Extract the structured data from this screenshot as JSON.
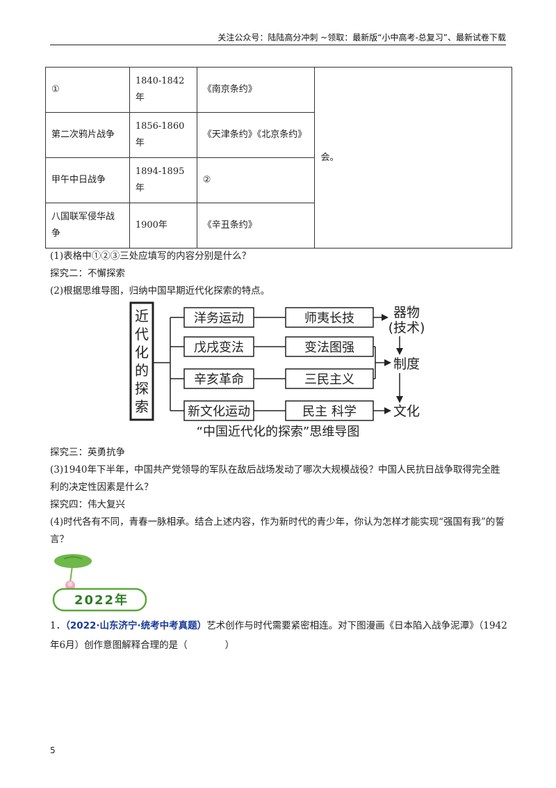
{
  "header": {
    "text": "关注公众号：陆陆高分冲刺   ~领取：最新版“小中高考-总复习”、最新试卷下载"
  },
  "table": {
    "rows": [
      {
        "name": "①",
        "years": "1840-1842年",
        "treaty": "《南京条约》"
      },
      {
        "name": "第二次鸦片战争",
        "years": "1856-1860年",
        "treaty": "《天津条约》《北京条约》"
      },
      {
        "name": "甲午中日战争",
        "years": "1894-1895年",
        "treaty": "②"
      },
      {
        "name": "八国联军侵华战争",
        "years": "1900年",
        "treaty": "《辛丑条约》"
      }
    ],
    "side_text": "会。"
  },
  "paragraphs": {
    "q1": "(1)表格中①②③三处应填写的内容分别是什么？",
    "explore2": "探究二：不懈探索",
    "q2": "(2)根据思维导图，归纳中国早期近代化探索的特点。",
    "explore3": "探究三：英勇抗争",
    "q3": "(3)1940年下半年，中国共产党领导的军队在敌后战场发动了哪次大规模战役？中国人民抗日战争取得完全胜利的决定性因素是什么？",
    "explore4": "探究四：伟大复兴",
    "q4": "(4)时代各有不同，青春一脉相承。结合上述内容，作为新时代的青少年，你认为怎样才能实现“强国有我”的誓言？"
  },
  "mindmap": {
    "root_chars": [
      "近",
      "代",
      "化",
      "的",
      "探",
      "索"
    ],
    "events": [
      "洋务运动",
      "戊戌变法",
      "辛亥革命",
      "新文化运动"
    ],
    "ideas": [
      "师夷长技",
      "变法图强",
      "三民主义",
      "民主  科学"
    ],
    "level1": "器物",
    "level1_sub": "(技术)",
    "level2": "制度",
    "level3": "文化",
    "caption": "“中国近代化的探索”思维导图"
  },
  "year_badge": "2022年",
  "question": {
    "number": "1．",
    "source": "（2022·山东济宁·统考中考真题）",
    "text": "艺术创作与时代需要紧密相连。对下图漫画《日本陷入战争泥潭》（1942年6月）创作意图解释合理的是（　　　　）"
  },
  "page_number": "5"
}
